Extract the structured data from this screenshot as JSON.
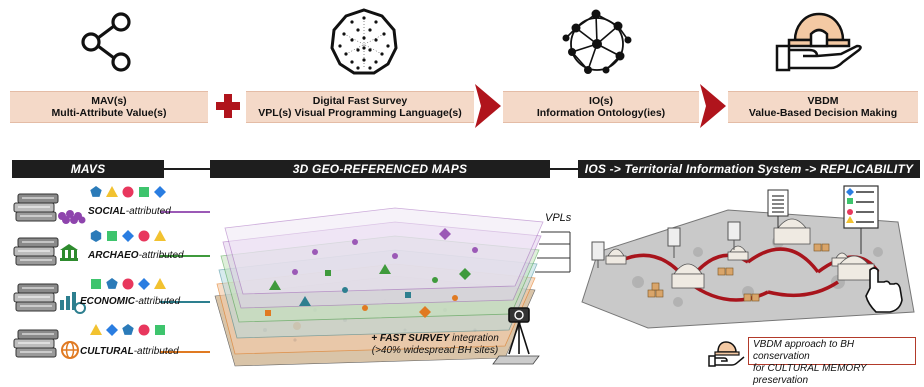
{
  "steps": [
    {
      "line1": "MAV(s)",
      "line2": "Multi-Attribute Value(s)",
      "icon": "share-network-icon"
    },
    {
      "line1": "Digital Fast Survey",
      "line2": "VPL(s) Visual Programming Language(s)",
      "icon": "point-cloud-sphere-icon"
    },
    {
      "line1": "IO(s)",
      "line2": "Information Ontology(ies)",
      "icon": "ontology-network-icon"
    },
    {
      "line1": "VBDM",
      "line2": "Value-Based Decision Making",
      "icon": "hand-holding-dome-icon"
    }
  ],
  "bands": {
    "mavs": "MAVS",
    "maps": "3D GEO-REFERENCED MAPS",
    "ios": "IOS -> Territorial Information System -> REPLICABILITY"
  },
  "categories": [
    {
      "bold": "SOCIAL",
      "rest": "-attributed",
      "color": "#9b59b6"
    },
    {
      "bold": "ARCHAEO",
      "rest": "-attributed",
      "color": "#3f9a3c"
    },
    {
      "bold": "ECONOMIC",
      "rest": "-attributed",
      "color": "#2d7f8f"
    },
    {
      "bold": "CULTURAL",
      "rest": "-attributed",
      "color": "#e07a22"
    }
  ],
  "vpls_label": "VPLs",
  "survey_note": {
    "bold": "+ FAST SURVEY",
    "line1_rest": " integration",
    "line2": "(>40% widespread BH sites)"
  },
  "vbdm_note": {
    "line1": "VBDM approach to BH conservation",
    "line2": "for CULTURAL MEMORY preservation"
  },
  "colors": {
    "box": "#f4d9c8",
    "arrow": "#b0141c",
    "band": "#1e1e1e",
    "route": "#a8141c"
  }
}
